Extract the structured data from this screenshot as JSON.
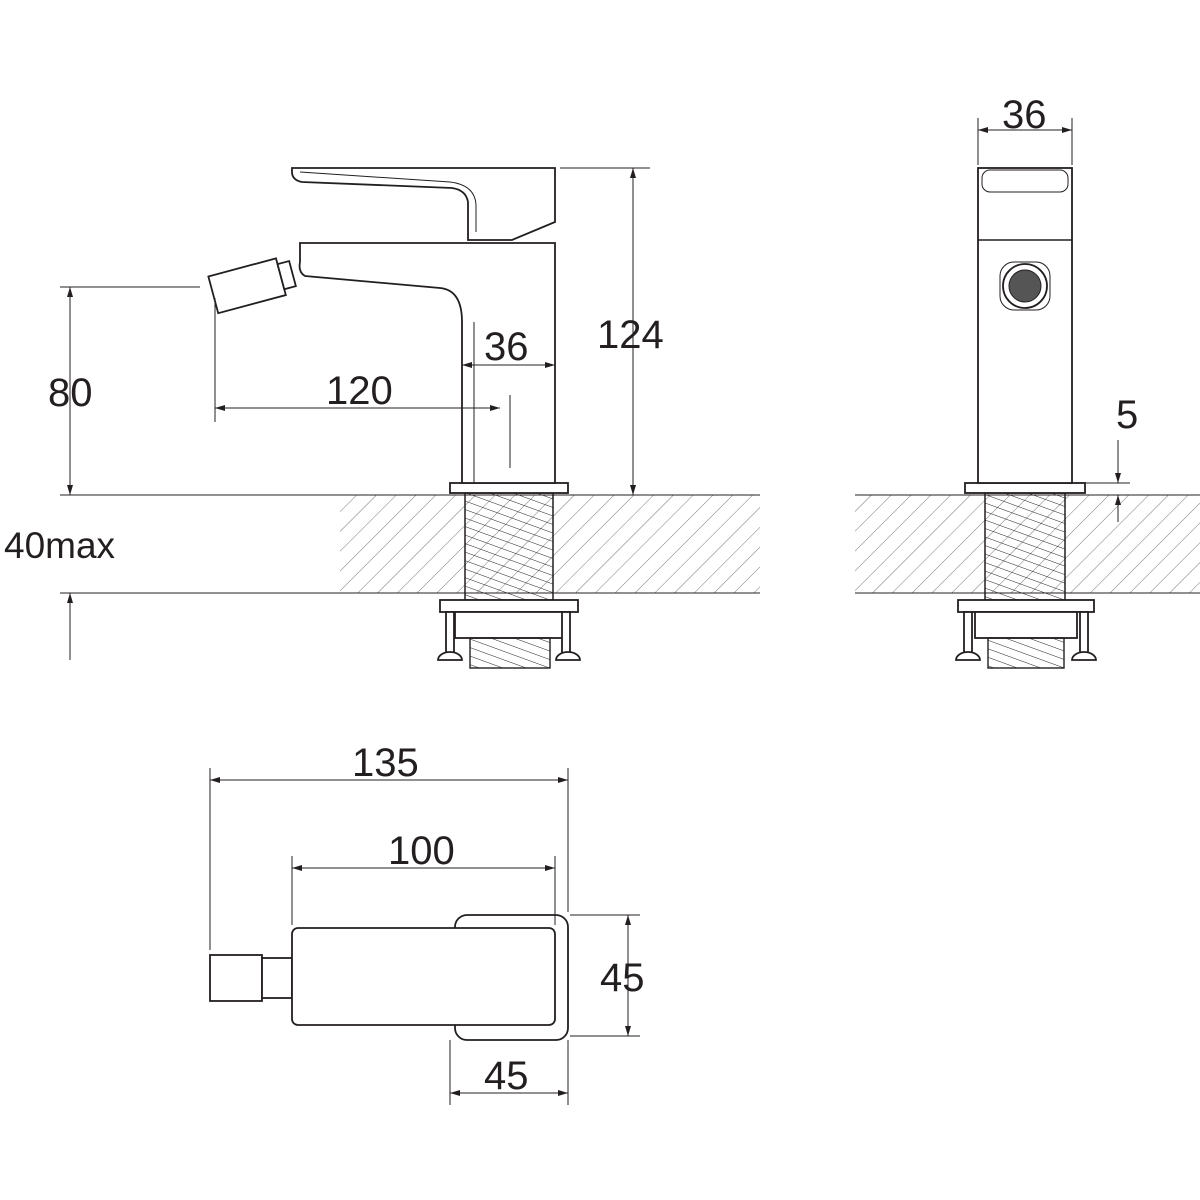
{
  "drawing": {
    "side_view": {
      "height_total": "124",
      "body_width": "36",
      "spout_reach": "120",
      "spout_height": "80",
      "counter_thickness": "40max"
    },
    "front_view": {
      "body_width": "36",
      "flange_height": "5"
    },
    "top_view": {
      "overall_length": "135",
      "body_length": "100",
      "lever_width": "45",
      "lever_length": "45"
    },
    "colors": {
      "line": "#231f20",
      "background": "#ffffff"
    }
  }
}
